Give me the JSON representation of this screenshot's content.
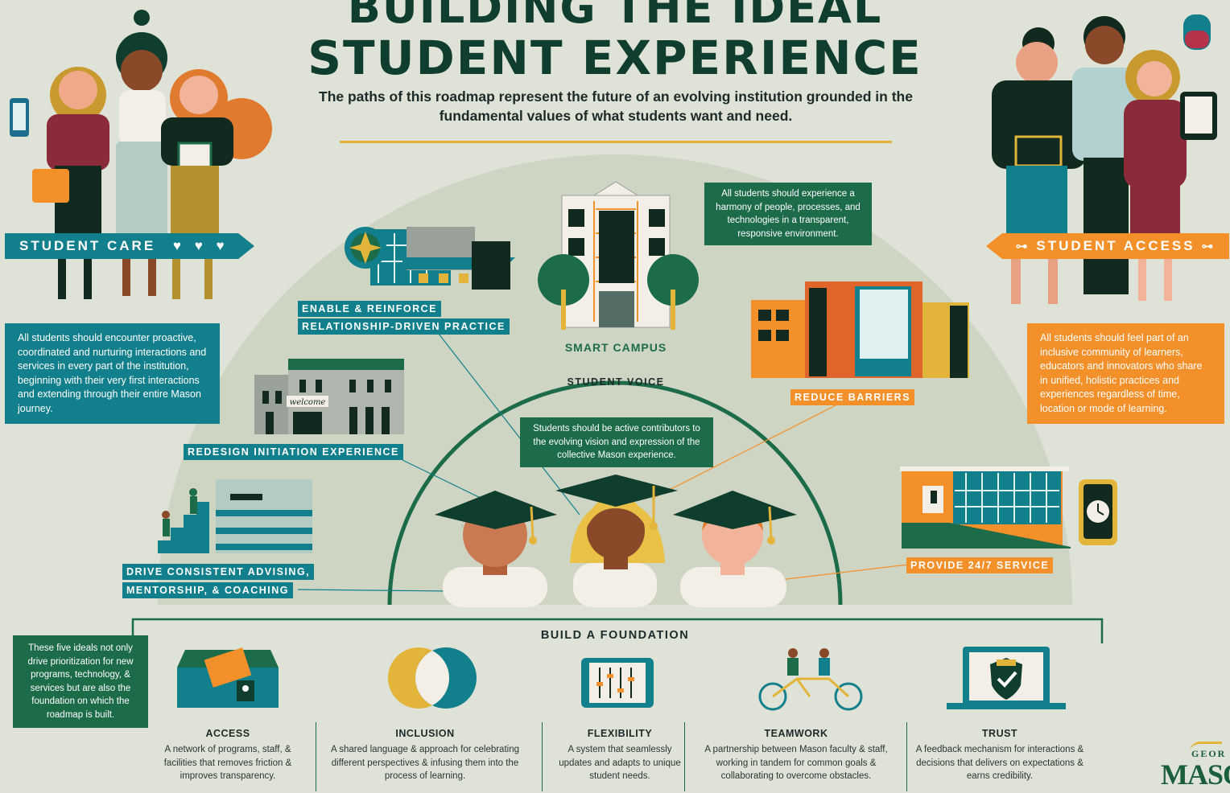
{
  "header": {
    "title_line1": "BUILDING THE IDEAL",
    "title_line2": "STUDENT EXPERIENCE",
    "subtitle": "The paths of this roadmap represent the future of an evolving institution grounded in the fundamental values of what students want and need."
  },
  "student_care": {
    "banner": "STUDENT CARE",
    "hearts": "♥ ♥ ♥",
    "description": "All students should encounter proactive, coordinated and nurturing interactions and services in every part of the institution, beginning with their very first interactions and extending through their entire Mason journey."
  },
  "student_access": {
    "banner": "STUDENT ACCESS",
    "description": "All students should feel part of an inclusive community of learners, educators and innovators who share in unified, holistic practices and experiences regardless of time, location or mode of learning."
  },
  "roadmap": {
    "smart_campus": "SMART CAMPUS",
    "smart_campus_note": "All students should experience a harmony of people, processes, and technologies in a transparent, responsive environment.",
    "enable_line1": "ENABLE & REINFORCE",
    "enable_line2": "RELATIONSHIP-DRIVEN PRACTICE",
    "redesign": "REDESIGN INITIATION EXPERIENCE",
    "welcome_sign": "welcome",
    "advising_line1": "DRIVE CONSISTENT ADVISING,",
    "advising_line2": "MENTORSHIP, & COACHING",
    "reduce_barriers": "REDUCE BARRIERS",
    "service": "PROVIDE 24/7 SERVICE",
    "student_voice": "STUDENT VOICE",
    "student_voice_note": "Students should be active contributors to the evolving vision and expression of the collective Mason experience."
  },
  "foundation": {
    "title": "BUILD A FOUNDATION",
    "note": "These five ideals not only drive prioritization for new programs, technology, & services but are also the foundation on which the roadmap is built.",
    "pillars": [
      {
        "name": "ACCESS",
        "desc": "A network of programs, staff, & facilities that removes friction & improves transparency."
      },
      {
        "name": "INCLUSION",
        "desc": "A shared language & approach for celebrating different perspectives & infusing them into the process of learning."
      },
      {
        "name": "FLEXIBILITY",
        "desc": "A system that seamlessly updates and adapts to unique student needs."
      },
      {
        "name": "TEAMWORK",
        "desc": "A partnership between Mason faculty & staff, working in tandem for common goals & collaborating to overcome obstacles."
      },
      {
        "name": "TRUST",
        "desc": "A feedback mechanism for interactions & decisions that delivers on expectations & earns credibility."
      }
    ]
  },
  "logo": {
    "top": "GEOR",
    "main": "MASO"
  },
  "colors": {
    "green": "#1c6b49",
    "teal": "#127f8c",
    "orange": "#f4902a",
    "gold": "#e2b43a",
    "background": "#dfe2d6"
  }
}
